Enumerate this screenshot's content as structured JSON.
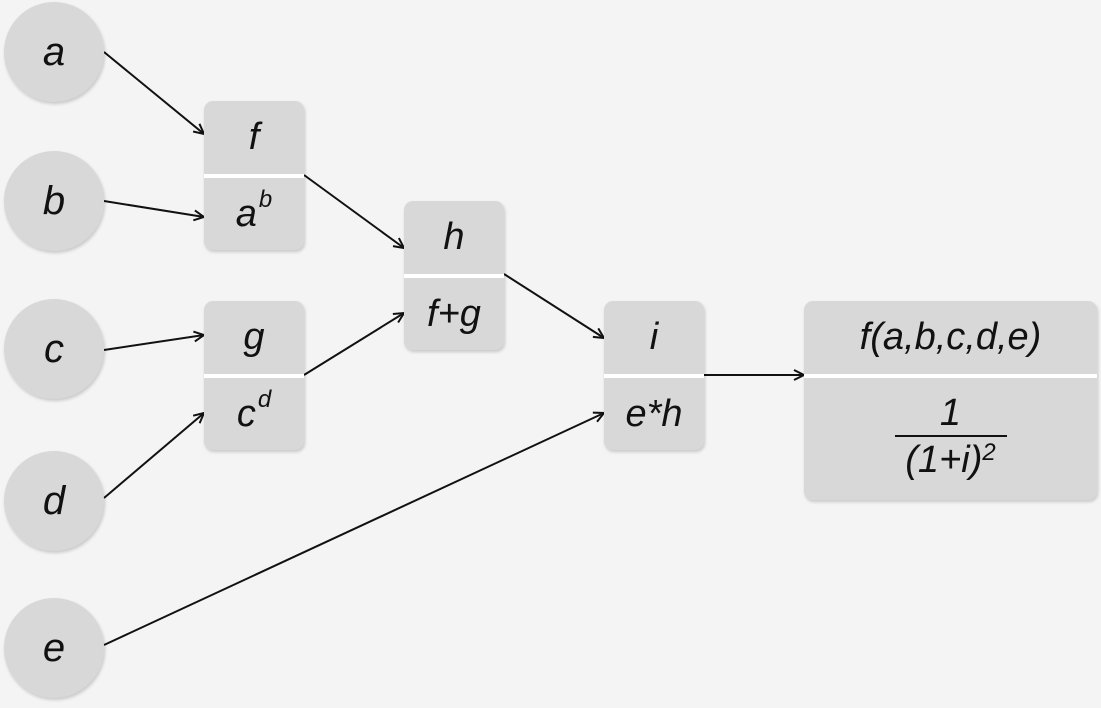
{
  "inputs": {
    "a": "a",
    "b": "b",
    "c": "c",
    "d": "d",
    "e": "e"
  },
  "nodes": {
    "f": {
      "name": "f",
      "base": "a",
      "exp": "b"
    },
    "g": {
      "name": "g",
      "base": "c",
      "exp": "d"
    },
    "h": {
      "name": "h",
      "expr": "f+g"
    },
    "i": {
      "name": "i",
      "expr": "e*h"
    },
    "out": {
      "name": "f(a,b,c,d,e)",
      "numerator": "1",
      "denominator": "(1+i)",
      "denominator_exp": "2"
    }
  }
}
